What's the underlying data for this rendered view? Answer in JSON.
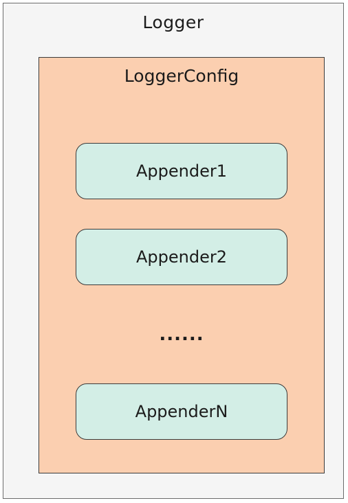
{
  "logger": {
    "title": "Logger"
  },
  "logger_config": {
    "title": "LoggerConfig",
    "appenders": [
      "Appender1",
      "Appender2",
      "AppenderN"
    ],
    "ellipsis": "......"
  },
  "colors": {
    "logger_fill": "#f5f5f5",
    "config_fill": "#fbcfb0",
    "appender_fill": "#d3eee6"
  }
}
